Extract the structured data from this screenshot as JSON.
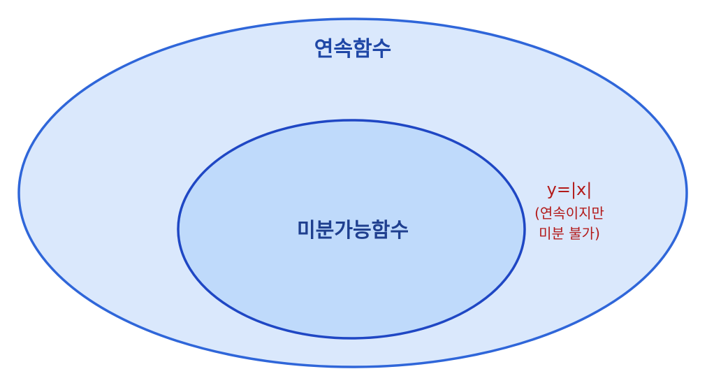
{
  "outer_set": {
    "label": "연속함수",
    "fill_color": "#dae8fc",
    "stroke_color": "#2f66d9",
    "text_color": "#1f47a6"
  },
  "inner_set": {
    "label": "미분가능함수",
    "fill_color": "#bfdafb",
    "stroke_color": "#1f47c4",
    "text_color": "#1f3f8f"
  },
  "example": {
    "function": "y=|x|",
    "note_line1": "(연속이지만",
    "note_line2": "미분 불가)",
    "text_color": "#b31a1a"
  }
}
